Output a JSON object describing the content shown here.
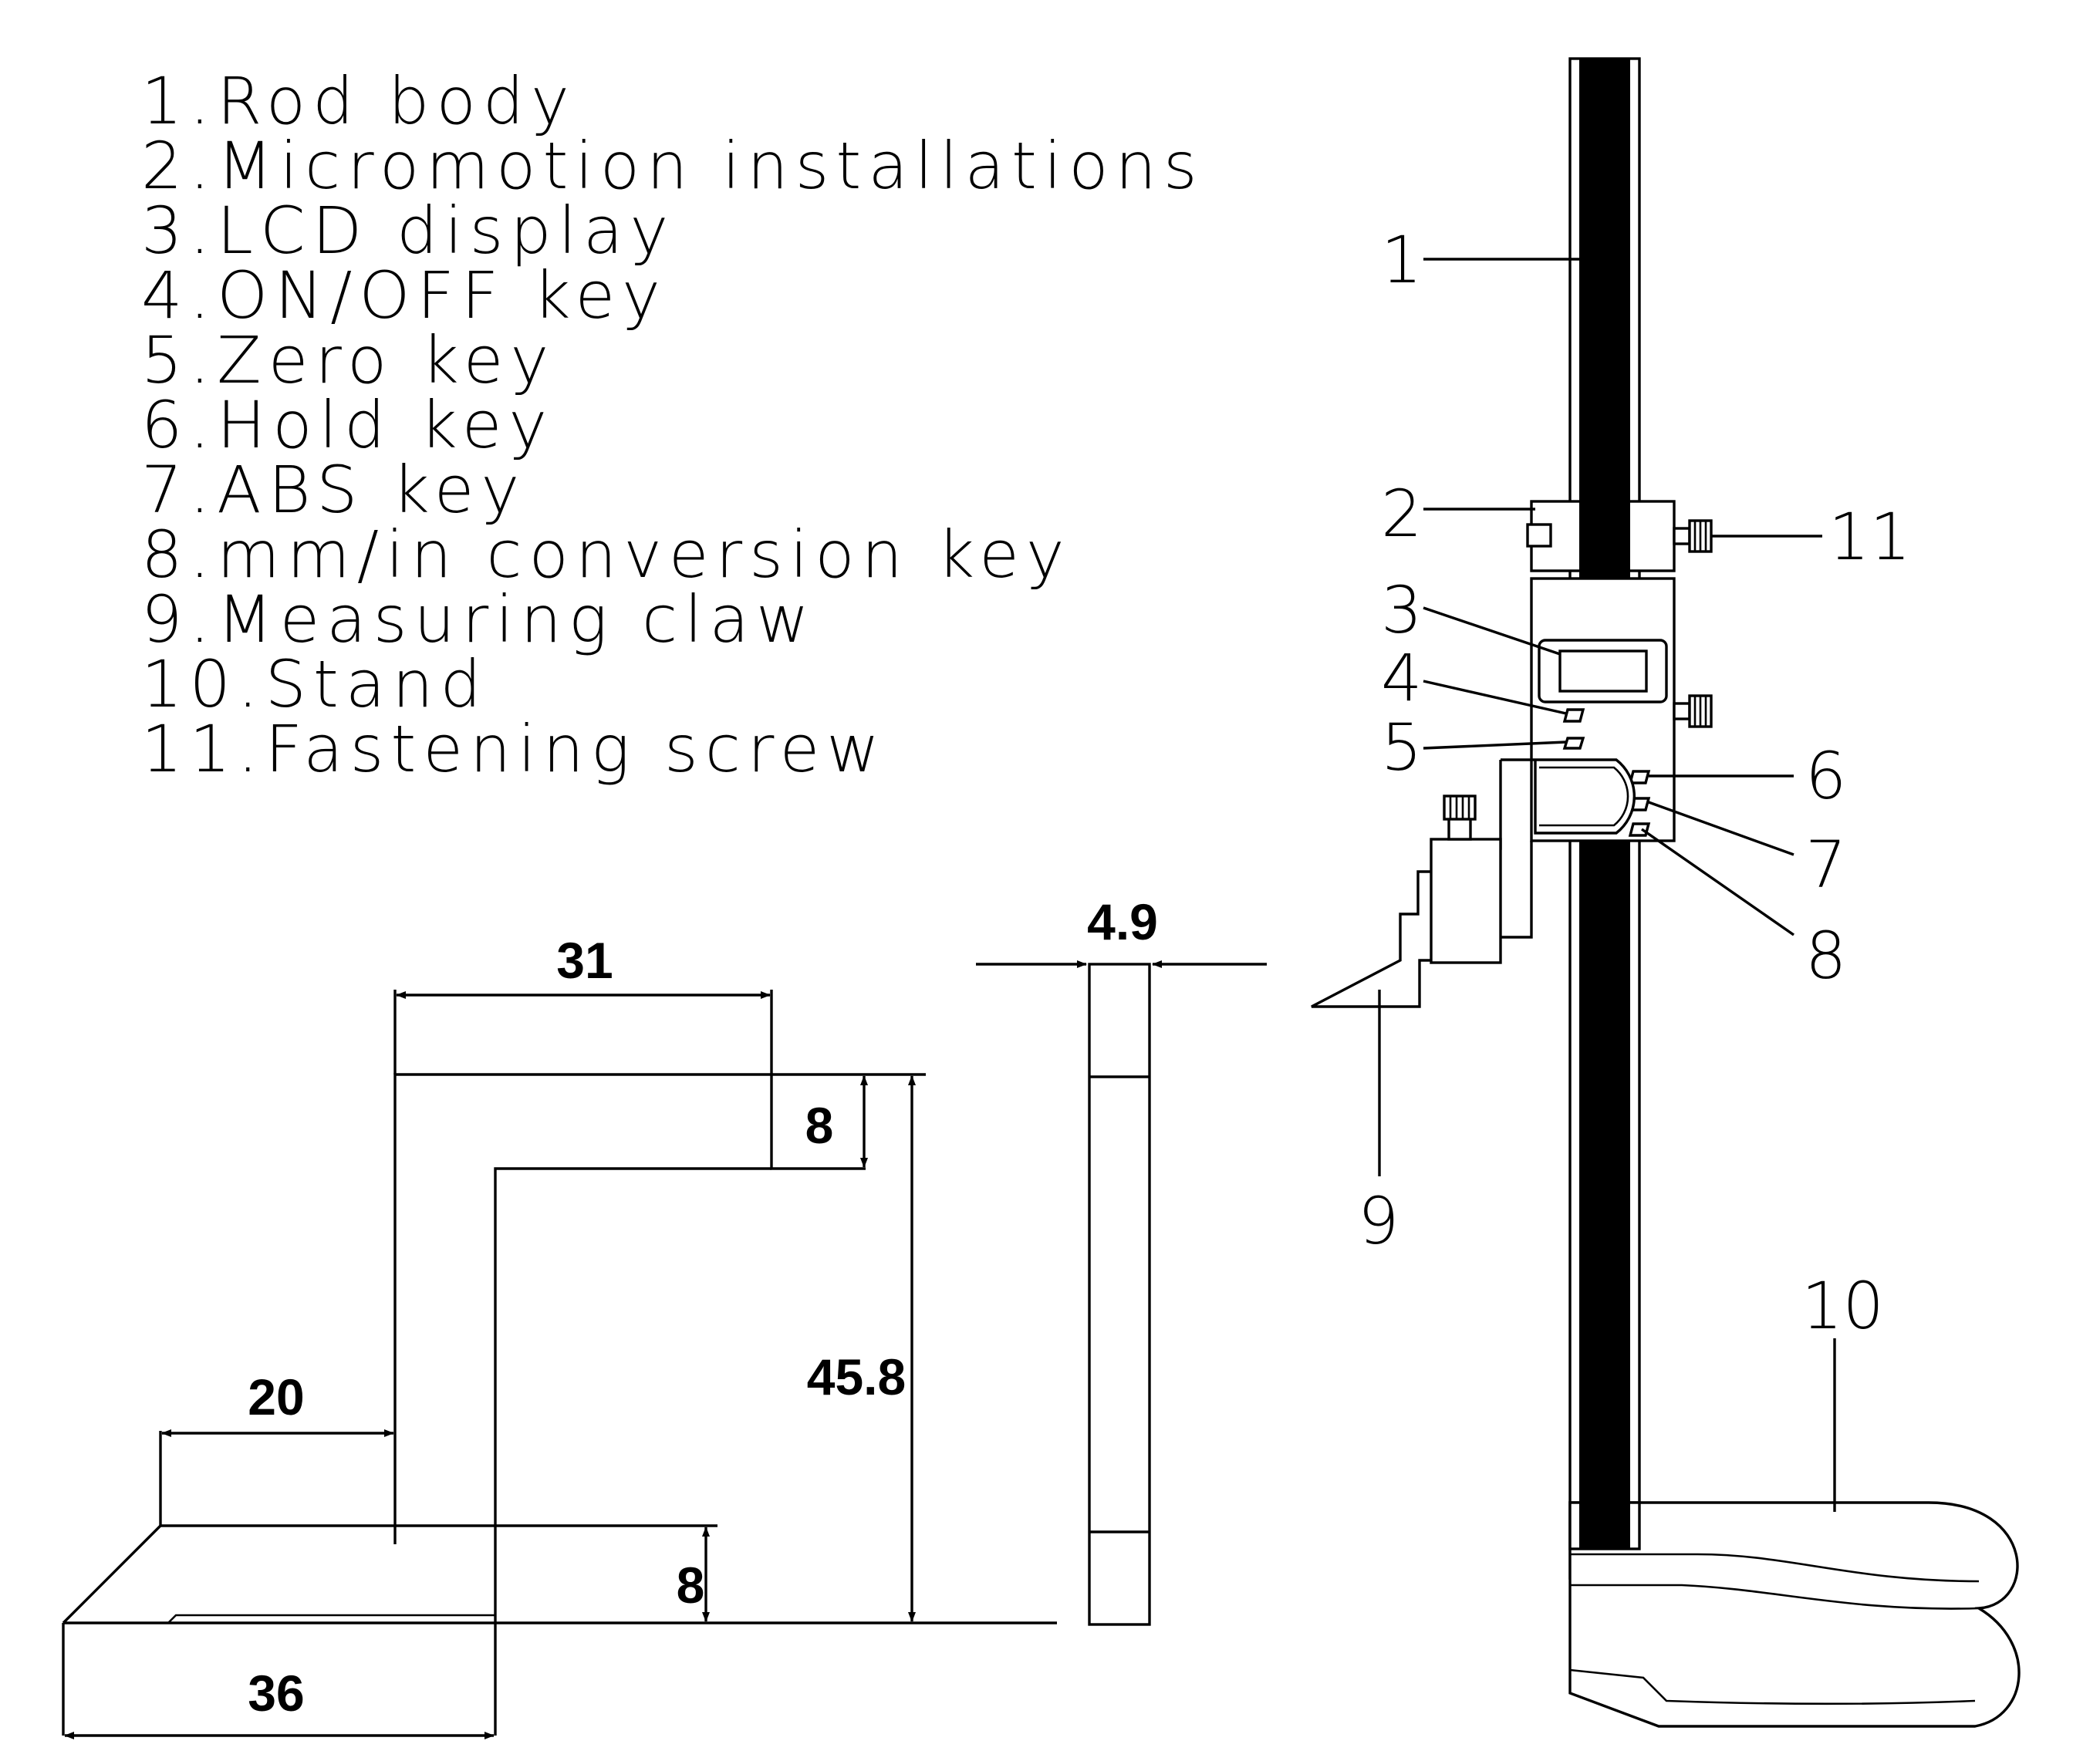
{
  "legend": {
    "items": [
      "1.Rod body",
      "2.Micromotion installations",
      "3.LCD display",
      "4.ON/OFF key",
      "5.Zero key",
      "6.Hold key",
      "7.ABS key",
      "8.mm/in conversion key",
      "9.Measuring claw",
      "10.Stand",
      "11.Fastening screw"
    ]
  },
  "callouts": {
    "c1": "1",
    "c2": "2",
    "c3": "3",
    "c4": "4",
    "c5": "5",
    "c6": "6",
    "c7": "7",
    "c8": "8",
    "c9": "9",
    "c10": "10",
    "c11": "11"
  },
  "dimensions": {
    "d31": "31",
    "d8_top": "8",
    "d45_8": "45.8",
    "d20": "20",
    "d8_bottom": "8",
    "d36": "36",
    "d4_9": "4.9"
  }
}
